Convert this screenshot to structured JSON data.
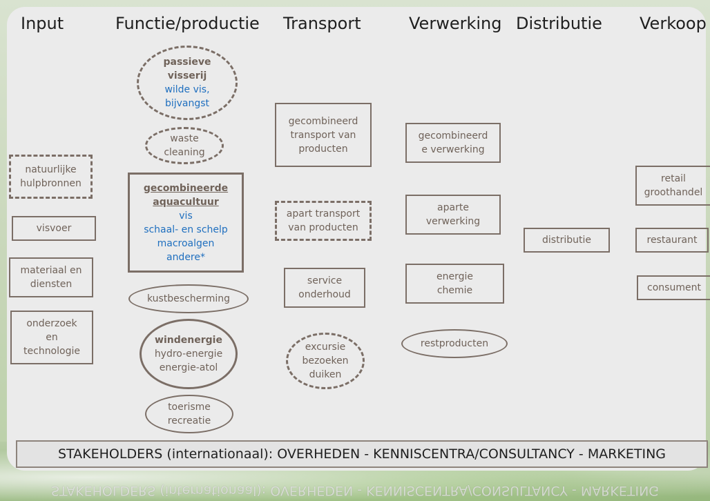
{
  "columns": {
    "input": "Input",
    "functie": "Functie/productie",
    "transport": "Transport",
    "verwerking": "Verwerking",
    "distributie": "Distributie",
    "verkoop": "Verkoop"
  },
  "input": {
    "natuurlijke": [
      "natuurlijke",
      "hulpbronnen"
    ],
    "visvoer": "visvoer",
    "materiaal": [
      "materiaal en",
      "diensten"
    ],
    "onderzoek": [
      "onderzoek",
      "en",
      "technologie"
    ]
  },
  "functie": {
    "passieve": {
      "bold": [
        "passieve",
        "visserij"
      ],
      "blue": [
        "wilde vis,",
        "bijvangst"
      ]
    },
    "waste": [
      "waste",
      "cleaning"
    ],
    "aquacultuur": {
      "bold": [
        "gecombineerde",
        "aquacultuur"
      ],
      "blue": [
        "vis",
        "schaal- en schelp",
        "macroalgen",
        "andere*"
      ]
    },
    "kust": "kustbescherming",
    "wind": {
      "bold": "windenergie",
      "rest": [
        "hydro-energie",
        "energie-atol"
      ]
    },
    "toerisme": [
      "toerisme",
      "recreatie"
    ]
  },
  "transport": {
    "gecombineerd": [
      "gecombineerd",
      "transport van",
      "producten"
    ],
    "apart": [
      "apart transport",
      "van producten"
    ],
    "service": [
      "service",
      "onderhoud"
    ],
    "excursie": [
      "excursie",
      "bezoeken",
      "duiken"
    ]
  },
  "verwerking": {
    "gecombineerd": [
      "gecombineerd",
      "e verwerking"
    ],
    "aparte": [
      "aparte",
      "verwerking"
    ],
    "energie": [
      "energie",
      "chemie"
    ],
    "rest": "restproducten"
  },
  "distributie": {
    "node": "distributie"
  },
  "verkoop": {
    "retail": [
      "retail",
      "groothandel"
    ],
    "restaurant": "restaurant",
    "consument": "consument"
  },
  "footer": "STAKEHOLDERS (internationaal): OVERHEDEN - KENNISCENTRA/CONSULTANCY - MARKETING",
  "colors": {
    "border": "#7b6e66",
    "text": "#6f6259",
    "accent_blue": "#1f6fbf",
    "panel": "#ebebeb"
  }
}
